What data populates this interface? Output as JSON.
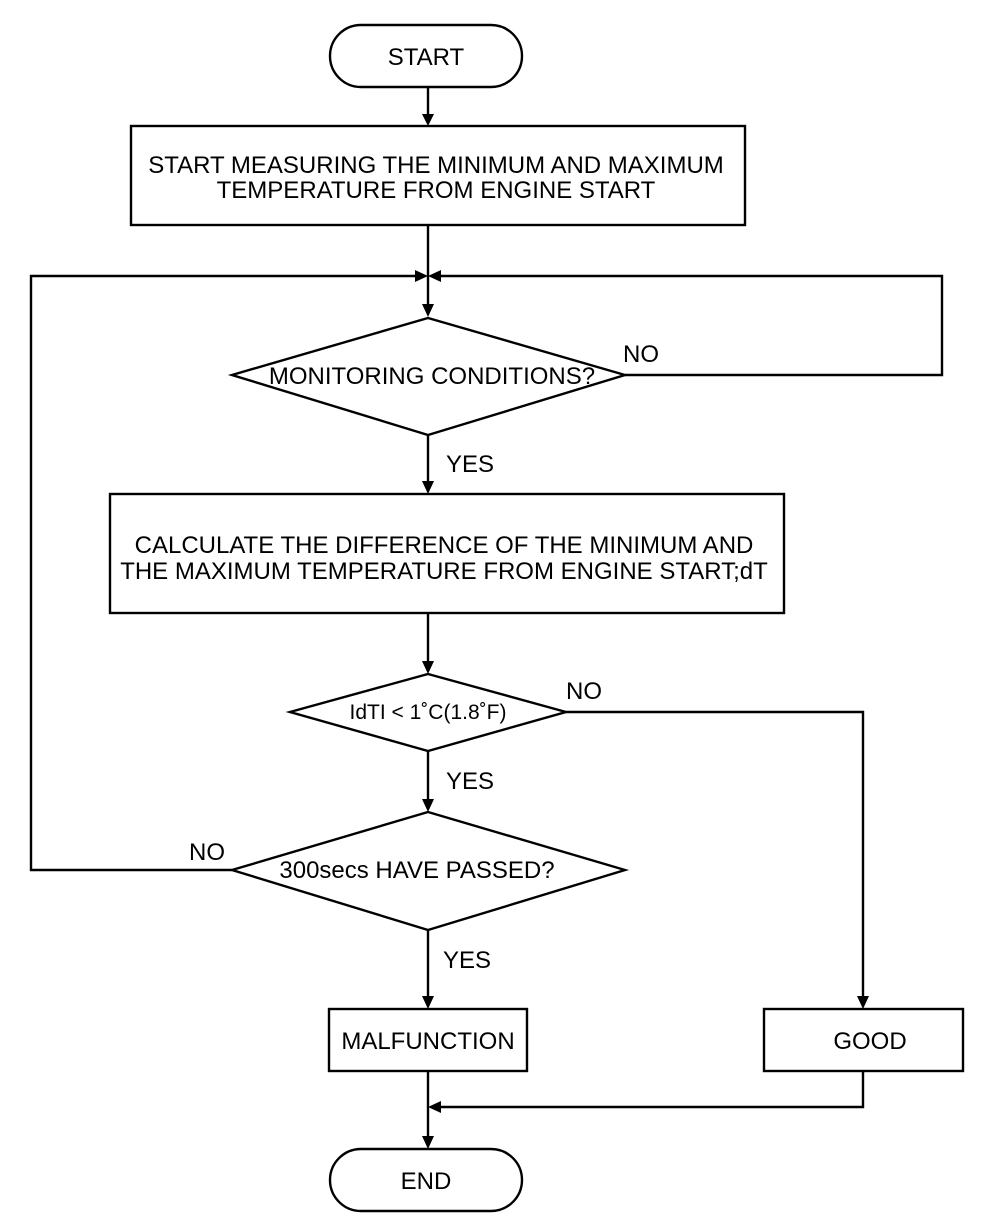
{
  "flowchart": {
    "start": "START",
    "measure": {
      "line1": "START MEASURING THE MINIMUM AND MAXIMUM",
      "line2": "TEMPERATURE FROM ENGINE START"
    },
    "monitoring": "MONITORING CONDITIONS?",
    "calculate": {
      "line1": "CALCULATE THE DIFFERENCE OF THE MINIMUM AND",
      "line2": "THE MAXIMUM TEMPERATURE FROM ENGINE START;dT"
    },
    "dt_check": "IdTI < 1˚C(1.8˚F)",
    "time_check": "300secs HAVE PASSED?",
    "malfunction": "MALFUNCTION",
    "good": "GOOD",
    "end": "END",
    "labels": {
      "monitoring_no": "NO",
      "monitoring_yes": "YES",
      "dt_no": "NO",
      "dt_yes": "YES",
      "time_no": "NO",
      "time_yes": "YES"
    }
  }
}
